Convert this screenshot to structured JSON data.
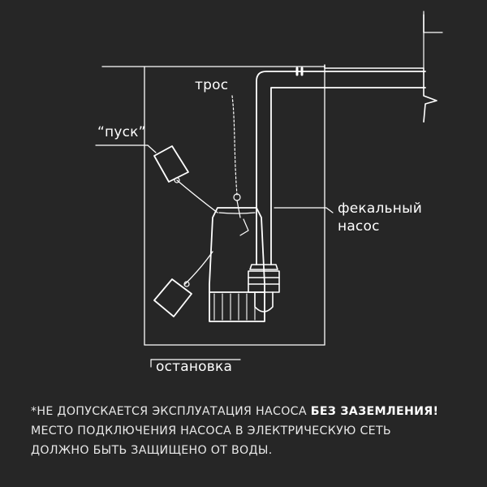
{
  "labels": {
    "cable": "трос",
    "start": "“пуск”",
    "pump_line1": "фекальный",
    "pump_line2": "насос",
    "stop": "остановка"
  },
  "notice": {
    "line1_prefix": "*НЕ ДОПУСКАЕТСЯ ЭКСПЛУАТАЦИЯ НАСОСА ",
    "line1_bold": "БЕЗ ЗАЗЕМЛЕНИЯ!",
    "line2": "МЕСТО ПОДКЛЮЧЕНИЯ НАСОСА В ЭЛЕКТРИЧЕСКУЮ СЕТЬ",
    "line3": "ДОЛЖНО БЫТЬ ЗАЩИЩЕНО ОТ ВОДЫ."
  },
  "colors": {
    "background": "#262626",
    "lines": "#ffffff"
  }
}
